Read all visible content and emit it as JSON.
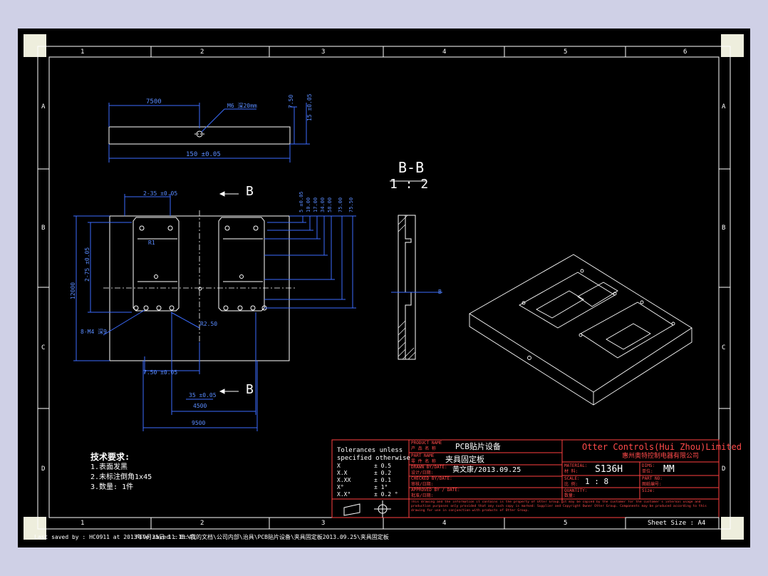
{
  "frame": {
    "col_labels": [
      "1",
      "2",
      "3",
      "4",
      "5",
      "6"
    ],
    "row_labels": [
      "A",
      "B",
      "C",
      "D"
    ]
  },
  "top_view": {
    "dim_length": "7500",
    "dim_total": "150 ±0.05",
    "note_thread": "M6 深20mm",
    "dim_h1": "7.50",
    "dim_h2": "15 ±0.05"
  },
  "front_view": {
    "dim_2x35": "2-35 ±0.05",
    "section_mark_top": "B",
    "section_mark_bottom": "B",
    "dim_r1": "R1",
    "dim_r250": "R2.50",
    "dim_hole_spec": "8-M4 深9",
    "dim_height": "12000",
    "dim_2x75": "2-75 ±0.05",
    "dim_750": "7.50 ±0.05",
    "dim_35": "35 ±0.05",
    "dim_4500": "4500",
    "dim_9500": "9500",
    "vdims": [
      "5 ±0.05",
      "10.00",
      "17.00",
      "34.00",
      "58.00",
      "75.00",
      "75.50"
    ]
  },
  "section": {
    "title": "B-B",
    "scale": "1 : 2",
    "mark": "B"
  },
  "notes": {
    "title": "技术要求:",
    "lines": [
      "1.表面发黑",
      "2.未标注倒角1x45",
      "3.数量: 1件"
    ]
  },
  "title_block": {
    "tol_title": "Tolerances unless",
    "tol_sub": "specified otherwise",
    "tol_rows": [
      {
        "k": "X",
        "v": "± 0.5"
      },
      {
        "k": "X.X",
        "v": "± 0.2"
      },
      {
        "k": "X.XX",
        "v": "± 0.1"
      },
      {
        "k": "X°",
        "v": "± 1°"
      },
      {
        "k": "X.X°",
        "v": "± 0.2 °"
      }
    ],
    "product_name_label": "PRODUCT NAME",
    "product_name_cn_label": "产 品 名 称",
    "product_name": "PCB贴片设备",
    "part_name_label": "PART NAME",
    "part_name_cn_label": "零 件 名 称",
    "part_name": "夹具固定板",
    "drawn_label": "DRAWN BY/DATE:",
    "drawn_cn_label": "设计/日期:",
    "drawn_value": "黄文康/2013.09.25",
    "checked_label": "CHECKED BY/DATE:",
    "checked_cn_label": "审核/日期:",
    "approved_label": "APPROVED BY / DATE:",
    "approved_cn_label": "批准/日期:",
    "company_en": "Otter Controls(Hui Zhou)Limited",
    "company_cn": "惠州奥特控制电器有限公司",
    "material_label": "MATERIAL:",
    "material_cn_label": "材 料:",
    "material_value": "S136H",
    "dims_label": "DIMS:",
    "dims_cn_label": "单位:",
    "dims_value": "MM",
    "scale_label": "SCALE:",
    "scale_cn_label": "比 例:",
    "scale_value": "1 : 8",
    "part_no_label": "PART NO:",
    "part_no_cn_label": "图纸编号:",
    "quantity_label": "QUANTITY:",
    "quantity_cn_label": "数量:",
    "size_label": "Size:",
    "disclaimer": "This drawing and the information it contains is the property of Otter Group. It may be copied by the customer for the customer's internal usage and production purposes only provided that any such copy is marked: Supplier and Copyright Owner Otter Group. Components may be produced according to this drawing for use in conjunction with products of Otter Group.",
    "sheet_size": "Sheet Size : A4"
  },
  "footer": {
    "left": "Last saved by : HC0911 at 2013年9月25日 11:18:41",
    "right": "File saved : E:\\我的文档\\公司内部\\治具\\PCB贴片设备\\夹具固定板2013.09.25\\夹具固定板"
  }
}
